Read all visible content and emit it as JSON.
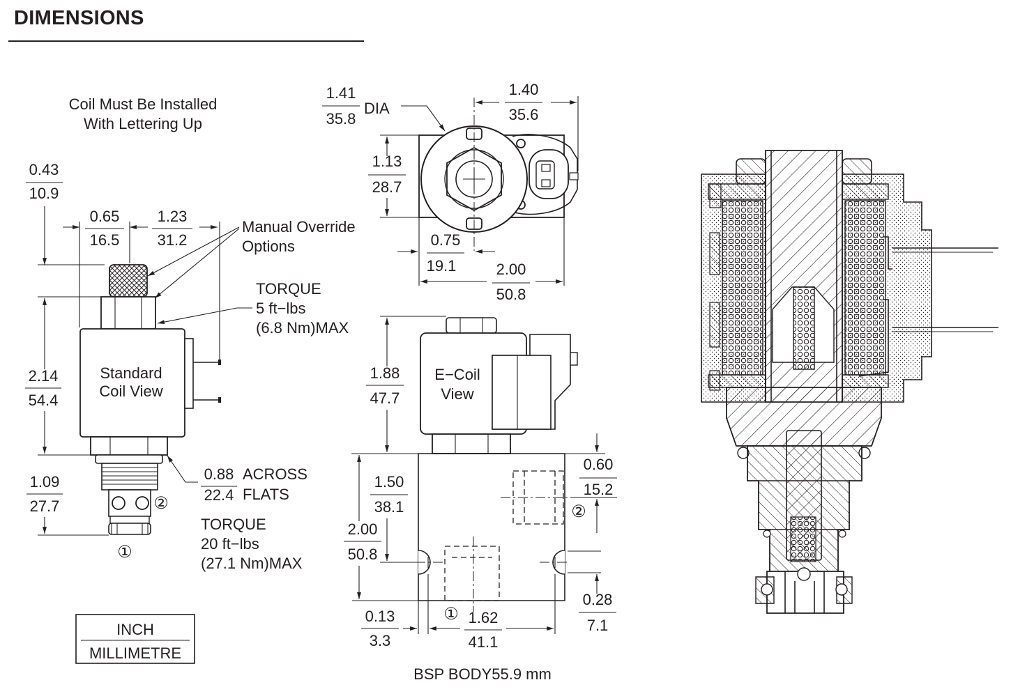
{
  "header": {
    "title": "DIMENSIONS"
  },
  "notes": {
    "coil_note_1": "Coil Must Be Installed",
    "coil_note_2": "With Lettering  Up",
    "manual_override_1": "Manual Override",
    "manual_override_2": "Options",
    "torque_label_1": "TORQUE",
    "torque_value_1a": "5 ft−lbs",
    "torque_value_1b": "(6.8 Nm)MAX",
    "torque_label_2": "TORQUE",
    "torque_value_2a": "20 ft−lbs",
    "torque_value_2b": "(27.1 Nm)MAX",
    "across_1": "ACROSS",
    "across_2": "FLATS",
    "dia": "DIA",
    "standard_coil_1": "Standard",
    "standard_coil_2": "Coil View",
    "ecoil_1": "E−Coil",
    "ecoil_2": "View",
    "port_1": "①",
    "port_2": "②",
    "bsp_body": "BSP BODY55.9 mm"
  },
  "units_legend": {
    "inch": "INCH",
    "mm": "MILLIMETRE"
  },
  "dimensions": {
    "override_height": {
      "inch": "0.43",
      "mm": "10.9"
    },
    "override_w1": {
      "inch": "0.65",
      "mm": "16.5"
    },
    "override_w2": {
      "inch": "1.23",
      "mm": "31.2"
    },
    "valve_height": {
      "inch": "2.14",
      "mm": "54.4"
    },
    "cartridge_len": {
      "inch": "1.09",
      "mm": "27.7"
    },
    "hex_flats": {
      "inch": "0.88",
      "mm": "22.4"
    },
    "coil_dia": {
      "inch": "1.41",
      "mm": "35.8"
    },
    "connector_width": {
      "inch": "1.40",
      "mm": "35.6"
    },
    "body_depth": {
      "inch": "1.13",
      "mm": "28.7"
    },
    "center_offset": {
      "inch": "0.75",
      "mm": "19.1"
    },
    "body_width_top": {
      "inch": "2.00",
      "mm": "50.8"
    },
    "ecoil_height": {
      "inch": "1.88",
      "mm": "47.7"
    },
    "port2_height": {
      "inch": "1.50",
      "mm": "38.1"
    },
    "body_height": {
      "inch": "2.00",
      "mm": "50.8"
    },
    "port2_offset": {
      "inch": "0.60",
      "mm": "15.2"
    },
    "mount_offset": {
      "inch": "0.28",
      "mm": "7.1"
    },
    "edge_offset": {
      "inch": "0.13",
      "mm": "3.3"
    },
    "mount_spacing": {
      "inch": "1.62",
      "mm": "41.1"
    }
  }
}
